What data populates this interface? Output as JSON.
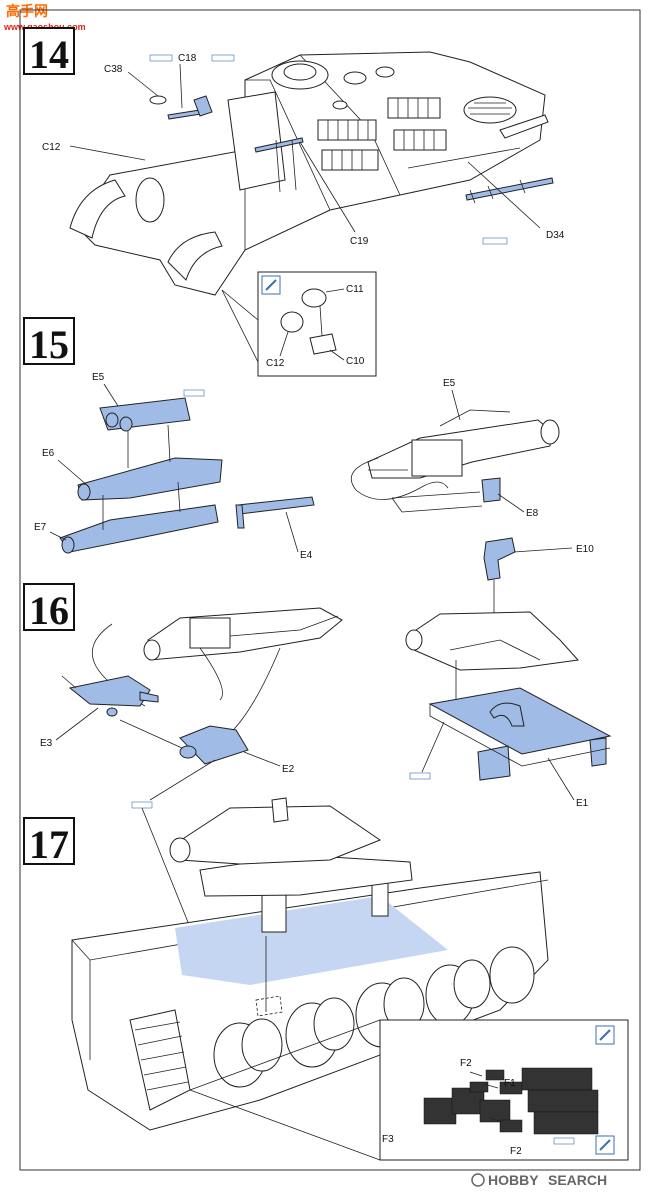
{
  "watermark": {
    "logo_text": "高手网",
    "url_text": "www.gaoshou.com"
  },
  "footer_logo": {
    "hobby": "HOBBY",
    "search": "SEARCH"
  },
  "steps": [
    {
      "number": "14",
      "labels": {
        "c38": "C38",
        "c18": "C18",
        "c12": "C12",
        "c19": "C19",
        "d34": "D34",
        "inset_c11": "C11",
        "inset_c12": "C12",
        "inset_c10": "C10"
      }
    },
    {
      "number": "15",
      "labels": {
        "e5a": "E5",
        "e6": "E6",
        "e7": "E7",
        "e4": "E4",
        "e5b": "E5",
        "e8": "E8"
      }
    },
    {
      "number": "16",
      "labels": {
        "e3": "E3",
        "e2": "E2",
        "e10": "E10",
        "e1": "E1"
      }
    },
    {
      "number": "17",
      "labels": {
        "f2a": "F2",
        "f1": "F1",
        "f3": "F3",
        "f2b": "F2"
      }
    }
  ],
  "colors": {
    "part_highlight": "#9fbbe6",
    "area_highlight": "#c5d6f2",
    "paint_tag": "#3a6fb0"
  },
  "icons": [
    "paint-brush-icon",
    "glue-icon",
    "paint-tag-icon"
  ]
}
